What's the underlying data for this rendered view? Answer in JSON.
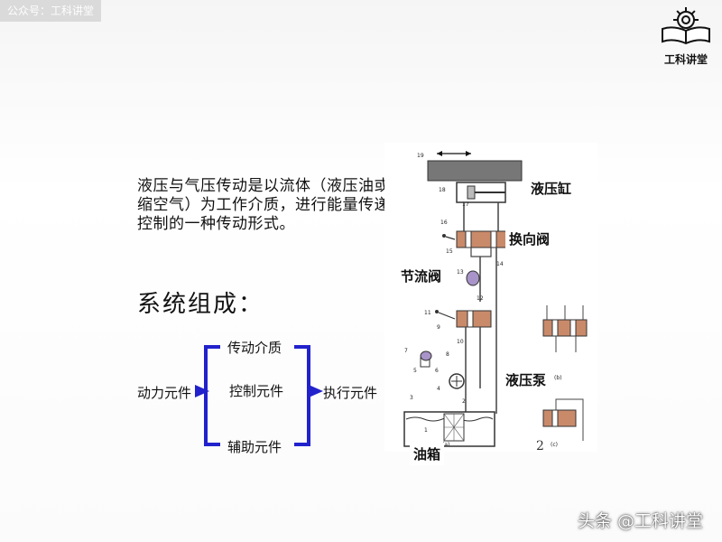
{
  "watermark_tag": "公众号：工科讲堂",
  "logo": {
    "text": "工科讲堂",
    "icon": "gear-book-icon"
  },
  "definition": "液压与气压传动是以流体（液压油或压缩空气）为工作介质，进行能量传递和控制的一种传动形式。",
  "section_title": "系统组成：",
  "components": {
    "power": "动力元件",
    "medium": "传动介质",
    "control": "控制元件",
    "auxiliary": "辅助元件",
    "actuator": "执行元件"
  },
  "diagram": {
    "labels": {
      "cylinder": "液压缸",
      "valve": "换向阀",
      "throttle": "节流阀",
      "pump": "液压泵",
      "tank": "油箱"
    },
    "part_numbers": [
      "19",
      "18",
      "17",
      "16",
      "15",
      "14",
      "13",
      "12",
      "11",
      "10",
      "9",
      "8",
      "7",
      "6",
      "5",
      "4",
      "3",
      "2",
      "1"
    ],
    "page_marker": "2",
    "sub_labels": [
      "(a)",
      "(b)",
      "(c)"
    ]
  },
  "footer_watermark": "头条 @工科讲堂",
  "colors": {
    "arrow_blue": "#2222cc",
    "valve_body": "#c98a6a",
    "frame": "#555555"
  }
}
